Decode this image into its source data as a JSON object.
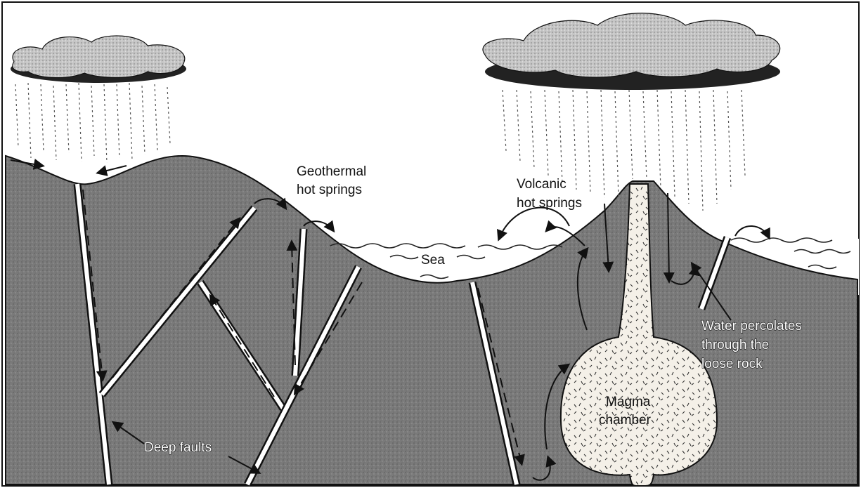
{
  "labels": {
    "geothermal_line1": "Geothermal",
    "geothermal_line2": "hot springs",
    "volcanic_line1": "Volcanic",
    "volcanic_line2": "hot springs",
    "sea": "Sea",
    "water_line1": "Water percolates",
    "water_line2": "through the",
    "water_line3": "loose rock",
    "magma_line1": "Magma",
    "magma_line2": "chamber",
    "deep_faults": "Deep faults"
  },
  "colors": {
    "rock": "#7c7c7c",
    "sky": "#ffffff",
    "cloud": "#b9b9b9",
    "cloud_shadow": "#2a2a2a",
    "magma": "#f4f0e8",
    "sea": "#ffffff"
  }
}
